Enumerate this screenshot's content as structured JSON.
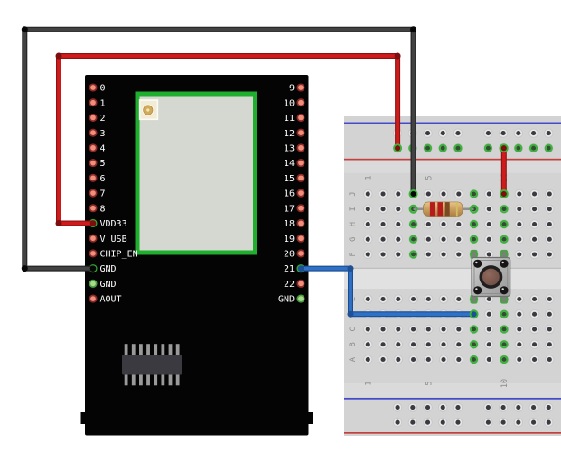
{
  "diagram": {
    "kind": "breadboard-wiring-diagram",
    "background": "#ffffff"
  },
  "mcu_board": {
    "name": "ESP32 module dev board",
    "left_pin_labels": [
      "0",
      "1",
      "2",
      "3",
      "4",
      "5",
      "6",
      "7",
      "8",
      "VDD33",
      "V_USB",
      "CHIP_EN",
      "GND",
      "GND",
      "AOUT"
    ],
    "right_pin_labels": [
      "9",
      "10",
      "11",
      "12",
      "13",
      "14",
      "15",
      "16",
      "17",
      "18",
      "19",
      "20",
      "21",
      "22",
      "GND"
    ],
    "connected_left_pins": [
      "VDD33",
      "GND"
    ],
    "connected_right_pins": [
      "21"
    ],
    "green_fill_left_pins": [
      "GND(2)"
    ],
    "green_fill_right_pins": [
      "GND"
    ],
    "colors": {
      "pcb": "#040404",
      "module_border": "#1fae2e",
      "module_fill": "#d5d8d0",
      "pin_fill": "#f0907c",
      "pin_ring": "#8c2a26",
      "pin_gnd_fill": "#a9da8a",
      "pin_gnd_ring": "#4a9e42",
      "pin_connected_ring": "#35a835",
      "label_text": "#ffffff",
      "ic_body": "#3a3a40",
      "ic_pin": "#9a9a9a",
      "antenna_base": "#f2ecd4",
      "antenna_ring": "#d2aa5e"
    }
  },
  "breadboard": {
    "row_letters_top": [
      "J",
      "I",
      "H",
      "G",
      "F"
    ],
    "row_letters_bottom": [
      "E",
      "D",
      "C",
      "B",
      "A"
    ],
    "column_labels_top": [
      "1",
      "5",
      "10"
    ],
    "column_labels_bottom": [
      "1",
      "5",
      "10"
    ],
    "colors": {
      "body": "#d3d3d3",
      "band": "#dadada",
      "channel": "#e1e1e1",
      "channel_edge": "#bfbfbf",
      "rail_blue": "#4549cb",
      "rail_red": "#c4403e",
      "hole_bezel": "#e7e7e7",
      "hole_bezel_edge": "#c6c6c6",
      "hole_center": "#3a3a40",
      "hole_center_connected": "#31502f",
      "net_highlight": "#3cb43c",
      "label_text": "#8d8d8d"
    }
  },
  "components": {
    "resistor": {
      "name": "220 ohm resistor",
      "bands": [
        "red",
        "red",
        "brown",
        "gold"
      ],
      "band_colors": [
        "#b51b1b",
        "#b51b1b",
        "#7a4a22",
        "#d2bd62"
      ],
      "body_color": "#cfa263",
      "lead_color": "#8f8f8f",
      "location": "row I, columns 4-8"
    },
    "pushbutton": {
      "name": "tactile pushbutton",
      "body_color": "#c2c2c2",
      "cap_color": "#7d5a50",
      "pin_color": "#161616",
      "location": "rows F/E, columns 8 and 10"
    }
  },
  "wires": [
    {
      "id": "gnd-wire",
      "color_name": "black",
      "core": "#424242",
      "outline": "#1f1f1f",
      "cap": "#060606",
      "from": "MCU GND",
      "to": "breadboard J4"
    },
    {
      "id": "vdd-wire",
      "color_name": "red",
      "core": "#cf1b1b",
      "outline": "#8c1212",
      "cap": "#7c0e0e",
      "from": "MCU VDD33",
      "to": "top power rail +"
    },
    {
      "id": "rail-jumper",
      "color_name": "red",
      "core": "#cf1b1b",
      "outline": "#8c1212",
      "cap": "#7c0e0e",
      "from": "top power rail +",
      "to": "breadboard J10"
    },
    {
      "id": "signal-wire",
      "color_name": "blue",
      "core": "#2e71c5",
      "outline": "#1b4c8f",
      "cap": "#1d5094",
      "from": "MCU pin 21",
      "to": "breadboard D8"
    }
  ]
}
